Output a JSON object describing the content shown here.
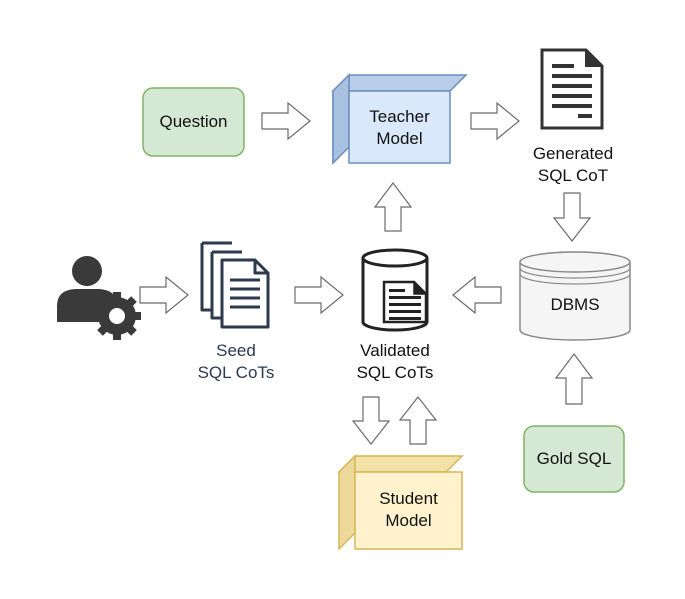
{
  "nodes": {
    "question": {
      "label": "Question"
    },
    "teacher": {
      "line1": "Teacher",
      "line2": "Model"
    },
    "generated": {
      "line1": "Generated",
      "line2": "SQL CoT"
    },
    "seed": {
      "line1": "Seed",
      "line2": "SQL CoTs"
    },
    "validated": {
      "line1": "Validated",
      "line2": "SQL CoTs"
    },
    "dbms": {
      "label": "DBMS"
    },
    "student": {
      "line1": "Student",
      "line2": "Model"
    },
    "gold": {
      "label": "Gold SQL"
    }
  },
  "icons": {
    "user": "user-gear-icon",
    "seed_docs": "documents-stack-icon",
    "generated_doc": "document-icon",
    "validated_db": "database-document-icon",
    "dbms": "database-cylinder-icon"
  },
  "colors": {
    "green_fill": "#d5e8d4",
    "green_stroke": "#82b366",
    "blue_fill": "#dae8fc",
    "blue_stroke": "#6c8ebf",
    "yellow_fill": "#fff2cc",
    "yellow_stroke": "#d6b656",
    "seed_text": "#2d3a4e",
    "icon_dark": "#333333"
  }
}
